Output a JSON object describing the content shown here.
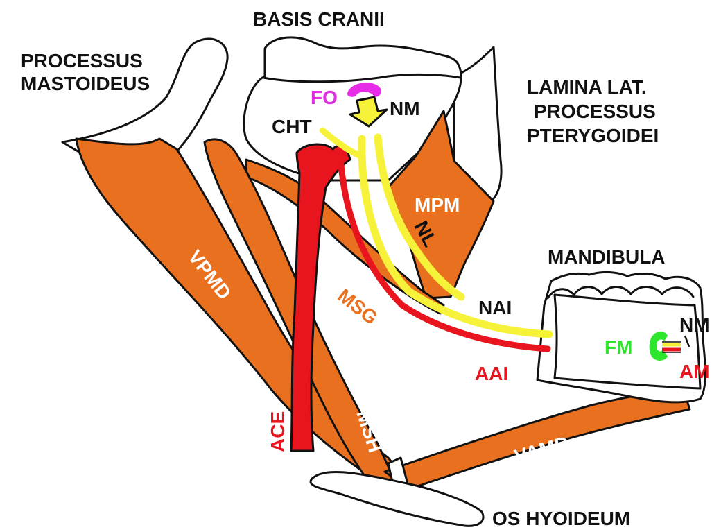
{
  "colors": {
    "muscle": "#E8701E",
    "artery": "#E8141E",
    "nerve": "#F6F23A",
    "foramen_ovale": "#E62CE6",
    "foramen_mentale": "#2EE62E",
    "outline": "#111111",
    "bone": "#FFFFFF",
    "label_black": "#111111",
    "label_white": "#FFFFFF"
  },
  "labels": {
    "basis_cranii": "BASIS CRANII",
    "processus_mastoideus_1": "PROCESSUS",
    "processus_mastoideus_2": "MASTOIDEUS",
    "lamina_1": "LAMINA LAT.",
    "lamina_2": "PROCESSUS",
    "lamina_3": "PTERYGOIDEI",
    "mandibula": "MANDIBULA",
    "os_hyoideum": "OS HYOIDEUM",
    "fo": "FO",
    "nm_top": "NM",
    "cht": "CHT",
    "mpm": "MPM",
    "nl": "NL",
    "vpmd": "VPMD",
    "msg": "MSG",
    "nai": "NAI",
    "aai": "AAI",
    "nm_right": "NM",
    "fm": "FM",
    "am": "AM",
    "ace": "ACE",
    "msh": "MSH",
    "vamd": "VAMD"
  }
}
